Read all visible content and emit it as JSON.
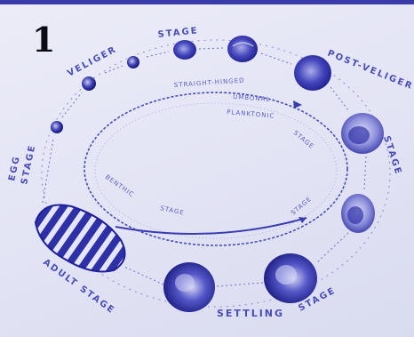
{
  "panel_number": "1",
  "labels": {
    "stage_top": "STAGE",
    "veliger": "VELIGER",
    "post_veliger": "POST-VELIGER",
    "stage_right": "STAGE",
    "egg": "EGG",
    "egg_stage": "STAGE",
    "adult_stage": "ADULT STAGE",
    "settling": "SETTLING",
    "settling_stage": "STAGE"
  },
  "inner_labels": {
    "straight_hinged": "STRAIGHT-HINGED",
    "umbonal": "UMBONAL",
    "planktonic": "PLANKTONIC",
    "stage": "STAGE",
    "benthic": "BENTHIC",
    "benthic_stage": "STAGE",
    "right_stage": "STAGE"
  },
  "colors": {
    "ink": "#4a4cb8",
    "deep": "#1e1f9a",
    "light": "#8a8ce0"
  }
}
